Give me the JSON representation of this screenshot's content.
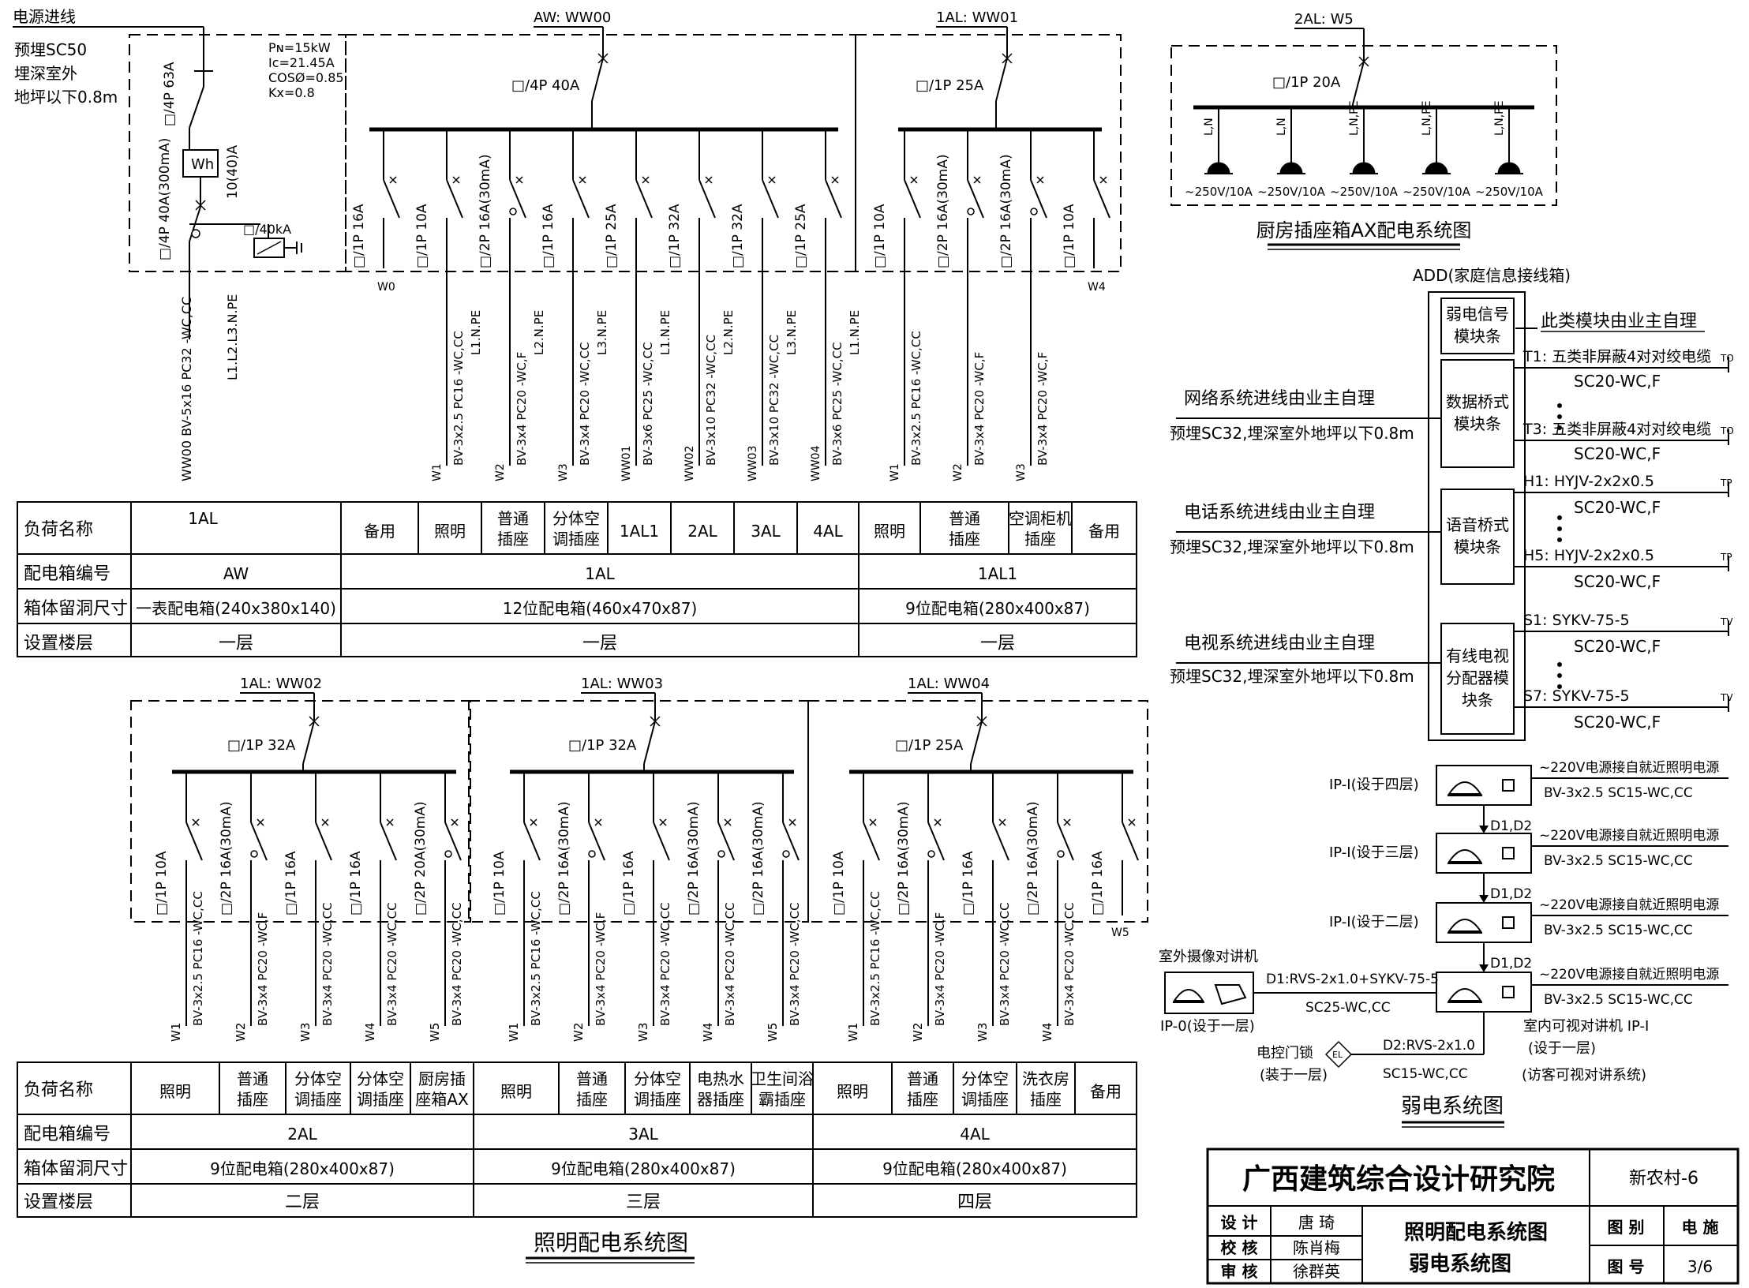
{
  "power_intake": {
    "label": "电源进线",
    "note": [
      "预埋SC50",
      "埋深室外",
      "地坪以下0.8m"
    ],
    "main_breaker": "□/4P 63A",
    "meter": "Wh",
    "meter_rating": "10(40)A",
    "rcd": "□/4P 40A(300mA)",
    "spd": "□/40kA",
    "calc": [
      "Pɴ=15kW",
      "Ic=21.45A",
      "COSØ=0.85",
      "Kx=0.8"
    ],
    "cable": "WW00  BV-5x16  PC32 -WC,CC",
    "phases": "L1.L2.L3.N.PE"
  },
  "aw_box": {
    "feed": "AW: WW00",
    "main": "□/4P 40A",
    "circuits": [
      {
        "brk": "□/1P 16A",
        "id": "W0",
        "cable": "",
        "phase": ""
      },
      {
        "brk": "□/1P 10A",
        "id": "W1",
        "cable": "BV-3x2.5  PC16 -WC,CC",
        "phase": "L1.N.PE"
      },
      {
        "brk": "□/2P 16A(30mA)",
        "id": "W2",
        "cable": "BV-3x4  PC20 -WC,F",
        "phase": "L2.N.PE"
      },
      {
        "brk": "□/1P 16A",
        "id": "W3",
        "cable": "BV-3x4  PC20 -WC,CC",
        "phase": "L3.N.PE"
      },
      {
        "brk": "□/1P 25A",
        "id": "WW01",
        "cable": "BV-3x6  PC25 -WC,CC",
        "phase": "L1.N.PE"
      },
      {
        "brk": "□/1P 32A",
        "id": "WW02",
        "cable": "BV-3x10  PC32 -WC,CC",
        "phase": "L2.N.PE"
      },
      {
        "brk": "□/1P 32A",
        "id": "WW03",
        "cable": "BV-3x10  PC32 -WC,CC",
        "phase": "L3.N.PE"
      },
      {
        "brk": "□/1P 25A",
        "id": "WW04",
        "cable": "BV-3x6  PC25 -WC,CC",
        "phase": "L1.N.PE"
      }
    ]
  },
  "al1_box": {
    "feed": "1AL: WW01",
    "main": "□/1P 25A",
    "circuits": [
      {
        "brk": "□/1P 10A",
        "id": "W1",
        "cable": "BV-3x2.5  PC16 -WC,CC"
      },
      {
        "brk": "□/2P 16A(30mA)",
        "id": "W2",
        "cable": "BV-3x4  PC20 -WC,F"
      },
      {
        "brk": "□/2P 16A(30mA)",
        "id": "W3",
        "cable": "BV-3x4  PC20 -WC,F"
      },
      {
        "brk": "□/1P 10A",
        "id": "W4",
        "cable": ""
      }
    ]
  },
  "table_top": {
    "row_heads": [
      "负荷名称",
      "配电箱编号",
      "箱体留洞尺寸",
      "设置楼层"
    ],
    "loads": [
      "1AL",
      "备用",
      "照明",
      "普通\n插座",
      "分体空\n调插座",
      "1AL1",
      "2AL",
      "3AL",
      "4AL",
      "照明",
      "普通\n插座",
      "空调柜机\n插座",
      "备用"
    ],
    "box_ids": [
      "AW",
      "1AL",
      "1AL1"
    ],
    "sizes": [
      "一表配电箱(240x380x140)",
      "12位配电箱(460x470x87)",
      "9位配电箱(280x400x87)"
    ],
    "floors": [
      "一层",
      "一层",
      "一层"
    ]
  },
  "kitchen": {
    "feed": "2AL: W5",
    "main": "□/1P 20A",
    "phases": [
      "L,N",
      "L,N",
      "L,N,PE",
      "L,N,PE",
      "L,N,PE"
    ],
    "ratings": [
      "~250V/10A",
      "~250V/10A",
      "~250V/10A",
      "~250V/10A",
      "~250V/10A"
    ],
    "title": "厨房插座箱AX配电系统图"
  },
  "add_box": {
    "title": "ADD(家庭信息接线箱)",
    "modules": [
      "弱电信号\n模块条",
      "数据桥式\n模块条",
      "语音桥式\n模块条",
      "有线电视\n分配器模\n块条"
    ],
    "module_note": "此类模块由业主自理",
    "net_in": [
      "网络系统进线由业主自理",
      "预埋SC32,埋深室外地坪以下0.8m"
    ],
    "tel_in": [
      "电话系统进线由业主自理",
      "预埋SC32,埋深室外地坪以下0.8m"
    ],
    "tv_in": [
      "电视系统进线由业主自理",
      "预埋SC32,埋深室外地坪以下0.8m"
    ],
    "outs": [
      {
        "label": "T1:  五类非屏蔽4对对绞电缆",
        "conduit": "SC20-WC,F",
        "tag": "TO"
      },
      {
        "label": "T3:  五类非屏蔽4对对绞电缆",
        "conduit": "SC20-WC,F",
        "tag": "TO"
      },
      {
        "label": "H1:  HYJV-2x2x0.5",
        "conduit": "SC20-WC,F",
        "tag": "TP"
      },
      {
        "label": "H5:  HYJV-2x2x0.5",
        "conduit": "SC20-WC,F",
        "tag": "TP"
      },
      {
        "label": "S1:  SYKV-75-5",
        "conduit": "SC20-WC,F",
        "tag": "TV"
      },
      {
        "label": "S7:  SYKV-75-5",
        "conduit": "SC20-WC,F",
        "tag": "TV"
      }
    ]
  },
  "intercom": {
    "units": [
      "IP-I(设于四层)",
      "IP-I(设于三层)",
      "IP-I(设于二层)"
    ],
    "links": [
      "D1,D2",
      "D1,D2",
      "D1,D2"
    ],
    "power": "~220V电源接自就近照明电源",
    "power_cable": "BV-3x2.5 SC15-WC,CC",
    "outdoor_label": "室外摄像对讲机",
    "outdoor_id": "IP-0(设于一层)",
    "d1": "D1:RVS-2x1.0+SYKV-75-5",
    "d1_conduit": "SC25-WC,CC",
    "d2": "D2:RVS-2x1.0",
    "d2_conduit": "SC15-WC,CC",
    "lock": [
      "电控门锁",
      "(装于一层)"
    ],
    "lock_tag": "EL",
    "indoor": [
      "室内可视对讲机 IP-I",
      "(设于一层)"
    ],
    "visitor": "(访客可视对讲系统)",
    "title": "弱电系统图"
  },
  "bottom_boxes": [
    {
      "feed": "1AL: WW02",
      "main": "□/1P 32A",
      "circuits": [
        {
          "brk": "□/1P 10A",
          "id": "W1",
          "cable": "BV-3x2.5  PC16 -WC,CC"
        },
        {
          "brk": "□/2P 16A(30mA)",
          "id": "W2",
          "cable": "BV-3x4  PC20 -WC,F"
        },
        {
          "brk": "□/1P 16A",
          "id": "W3",
          "cable": "BV-3x4  PC20 -WC,CC"
        },
        {
          "brk": "□/1P 16A",
          "id": "W4",
          "cable": "BV-3x4  PC20 -WC,CC"
        },
        {
          "brk": "□/2P 20A(30mA)",
          "id": "W5",
          "cable": "BV-3x4  PC20 -WC,CC"
        }
      ]
    },
    {
      "feed": "1AL: WW03",
      "main": "□/1P 32A",
      "circuits": [
        {
          "brk": "□/1P 10A",
          "id": "W1",
          "cable": "BV-3x2.5  PC16 -WC,CC"
        },
        {
          "brk": "□/2P 16A(30mA)",
          "id": "W2",
          "cable": "BV-3x4  PC20 -WC,F"
        },
        {
          "brk": "□/1P 16A",
          "id": "W3",
          "cable": "BV-3x4  PC20 -WC,CC"
        },
        {
          "brk": "□/2P 16A(30mA)",
          "id": "W4",
          "cable": "BV-3x4  PC20 -WC,CC"
        },
        {
          "brk": "□/2P 16A(30mA)",
          "id": "W5",
          "cable": "BV-3x4  PC20 -WC,CC"
        }
      ]
    },
    {
      "feed": "1AL: WW04",
      "main": "□/1P 25A",
      "circuits": [
        {
          "brk": "□/1P 10A",
          "id": "W1",
          "cable": "BV-3x2.5  PC16 -WC,CC"
        },
        {
          "brk": "□/2P 16A(30mA)",
          "id": "W2",
          "cable": "BV-3x4  PC20 -WC,F"
        },
        {
          "brk": "□/1P 16A",
          "id": "W3",
          "cable": "BV-3x4  PC20 -WC,CC"
        },
        {
          "brk": "□/2P 16A(30mA)",
          "id": "W4",
          "cable": "BV-3x4  PC20 -WC,CC"
        },
        {
          "brk": "□/1P 16A",
          "id": "W5",
          "cable": ""
        }
      ]
    }
  ],
  "table_bottom": {
    "row_heads": [
      "负荷名称",
      "配电箱编号",
      "箱体留洞尺寸",
      "设置楼层"
    ],
    "loads": [
      "照明",
      "普通\n插座",
      "分体空\n调插座",
      "分体空\n调插座",
      "厨房插\n座箱AX",
      "照明",
      "普通\n插座",
      "分体空\n调插座",
      "电热水\n器插座",
      "卫生间浴\n霸插座",
      "照明",
      "普通\n插座",
      "分体空\n调插座",
      "洗衣房\n插座",
      "备用"
    ],
    "box_ids": [
      "2AL",
      "3AL",
      "4AL"
    ],
    "sizes": [
      "9位配电箱(280x400x87)",
      "9位配电箱(280x400x87)",
      "9位配电箱(280x400x87)"
    ],
    "floors": [
      "二层",
      "三层",
      "四层"
    ]
  },
  "lighting_title": "照明配电系统图",
  "title_block": {
    "institute": "广西建筑综合设计研究院",
    "project": "新农村-6",
    "design_label": "设 计",
    "design_name": "唐 琦",
    "check_label": "校 核",
    "check_name": "陈肖梅",
    "approve_label": "审 核",
    "approve_name": "徐群英",
    "drawing_title": [
      "照明配电系统图",
      "弱电系统图"
    ],
    "category_label": "图 别",
    "category": "电 施",
    "number_label": "图 号",
    "number": "3/6"
  }
}
